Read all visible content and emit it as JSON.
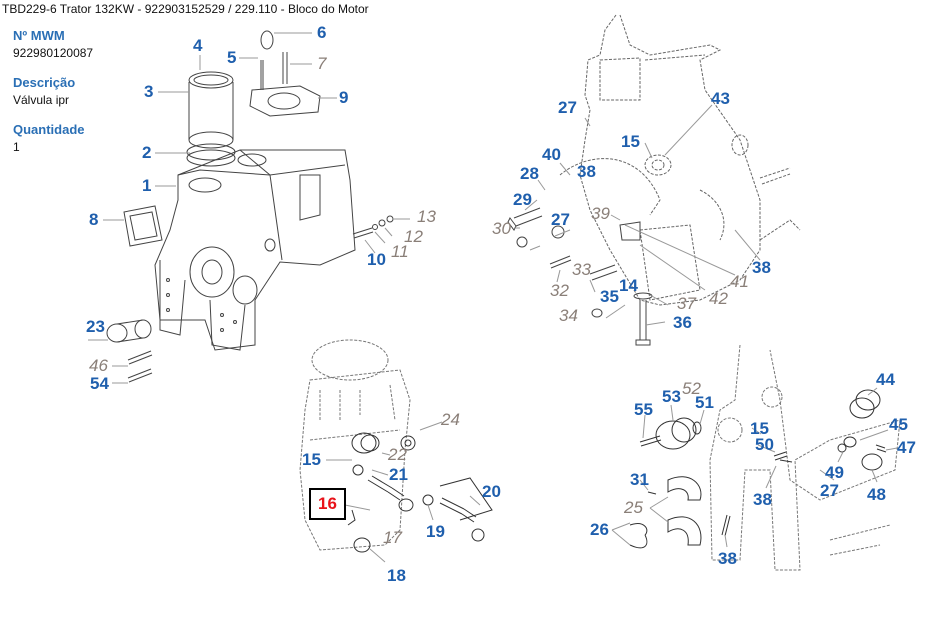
{
  "header": {
    "title": "TBD229-6 Trator 132KW - 922903152529  /  229.110 - Bloco do Motor"
  },
  "details": {
    "part_number_label": "Nº MWM",
    "part_number_value": "922980120087",
    "description_label": "Descrição",
    "description_value": "Válvula ipr",
    "quantity_label": "Quantidade",
    "quantity_value": "1"
  },
  "colors": {
    "callout_primary": "#1f5fad",
    "callout_secondary": "#8a7f78",
    "callout_selected": "#e8131a",
    "heading_blue": "#2a6fb5"
  },
  "diagram": {
    "selected_callout": "16",
    "callouts": [
      {
        "id": "c1",
        "text": "1",
        "style": "primary"
      },
      {
        "id": "c2",
        "text": "2",
        "style": "primary"
      },
      {
        "id": "c3",
        "text": "3",
        "style": "primary"
      },
      {
        "id": "c4",
        "text": "4",
        "style": "primary"
      },
      {
        "id": "c5",
        "text": "5",
        "style": "primary"
      },
      {
        "id": "c6",
        "text": "6",
        "style": "primary"
      },
      {
        "id": "c7",
        "text": "7",
        "style": "secondary"
      },
      {
        "id": "c8",
        "text": "8",
        "style": "primary"
      },
      {
        "id": "c9",
        "text": "9",
        "style": "primary"
      },
      {
        "id": "c10",
        "text": "10",
        "style": "primary"
      },
      {
        "id": "c11",
        "text": "11",
        "style": "secondary"
      },
      {
        "id": "c12",
        "text": "12",
        "style": "secondary"
      },
      {
        "id": "c13",
        "text": "13",
        "style": "secondary"
      },
      {
        "id": "c23",
        "text": "23",
        "style": "primary"
      },
      {
        "id": "c46",
        "text": "46",
        "style": "secondary"
      },
      {
        "id": "c54",
        "text": "54",
        "style": "primary"
      },
      {
        "id": "c27a",
        "text": "27",
        "style": "primary"
      },
      {
        "id": "c43",
        "text": "43",
        "style": "primary"
      },
      {
        "id": "c15a",
        "text": "15",
        "style": "primary"
      },
      {
        "id": "c40",
        "text": "40",
        "style": "primary"
      },
      {
        "id": "c38a",
        "text": "38",
        "style": "primary"
      },
      {
        "id": "c28",
        "text": "28",
        "style": "primary"
      },
      {
        "id": "c29",
        "text": "29",
        "style": "primary"
      },
      {
        "id": "c39",
        "text": "39",
        "style": "secondary"
      },
      {
        "id": "c27b",
        "text": "27",
        "style": "primary"
      },
      {
        "id": "c30",
        "text": "30",
        "style": "secondary"
      },
      {
        "id": "c33",
        "text": "33",
        "style": "secondary"
      },
      {
        "id": "c41",
        "text": "41",
        "style": "secondary"
      },
      {
        "id": "c38b",
        "text": "38",
        "style": "primary"
      },
      {
        "id": "c32",
        "text": "32",
        "style": "secondary"
      },
      {
        "id": "c14",
        "text": "14",
        "style": "primary"
      },
      {
        "id": "c35",
        "text": "35",
        "style": "primary"
      },
      {
        "id": "c42",
        "text": "42",
        "style": "secondary"
      },
      {
        "id": "c37",
        "text": "37",
        "style": "secondary"
      },
      {
        "id": "c34",
        "text": "34",
        "style": "secondary"
      },
      {
        "id": "c36",
        "text": "36",
        "style": "primary"
      },
      {
        "id": "c24",
        "text": "24",
        "style": "secondary"
      },
      {
        "id": "c15b",
        "text": "15",
        "style": "primary"
      },
      {
        "id": "c22",
        "text": "22",
        "style": "secondary"
      },
      {
        "id": "c21",
        "text": "21",
        "style": "primary"
      },
      {
        "id": "c20",
        "text": "20",
        "style": "primary"
      },
      {
        "id": "c16",
        "text": "16",
        "style": "selected"
      },
      {
        "id": "c19",
        "text": "19",
        "style": "primary"
      },
      {
        "id": "c17",
        "text": "17",
        "style": "secondary"
      },
      {
        "id": "c18",
        "text": "18",
        "style": "primary"
      },
      {
        "id": "c44",
        "text": "44",
        "style": "primary"
      },
      {
        "id": "c55",
        "text": "55",
        "style": "primary"
      },
      {
        "id": "c53",
        "text": "53",
        "style": "primary"
      },
      {
        "id": "c52",
        "text": "52",
        "style": "secondary"
      },
      {
        "id": "c51",
        "text": "51",
        "style": "primary"
      },
      {
        "id": "c45",
        "text": "45",
        "style": "primary"
      },
      {
        "id": "c15c",
        "text": "15",
        "style": "primary"
      },
      {
        "id": "c50",
        "text": "50",
        "style": "primary"
      },
      {
        "id": "c47",
        "text": "47",
        "style": "primary"
      },
      {
        "id": "c49",
        "text": "49",
        "style": "primary"
      },
      {
        "id": "c31",
        "text": "31",
        "style": "primary"
      },
      {
        "id": "c38c",
        "text": "38",
        "style": "primary"
      },
      {
        "id": "c27c",
        "text": "27",
        "style": "primary"
      },
      {
        "id": "c48",
        "text": "48",
        "style": "primary"
      },
      {
        "id": "c25",
        "text": "25",
        "style": "secondary"
      },
      {
        "id": "c26",
        "text": "26",
        "style": "primary"
      },
      {
        "id": "c38d",
        "text": "38",
        "style": "primary"
      }
    ]
  }
}
